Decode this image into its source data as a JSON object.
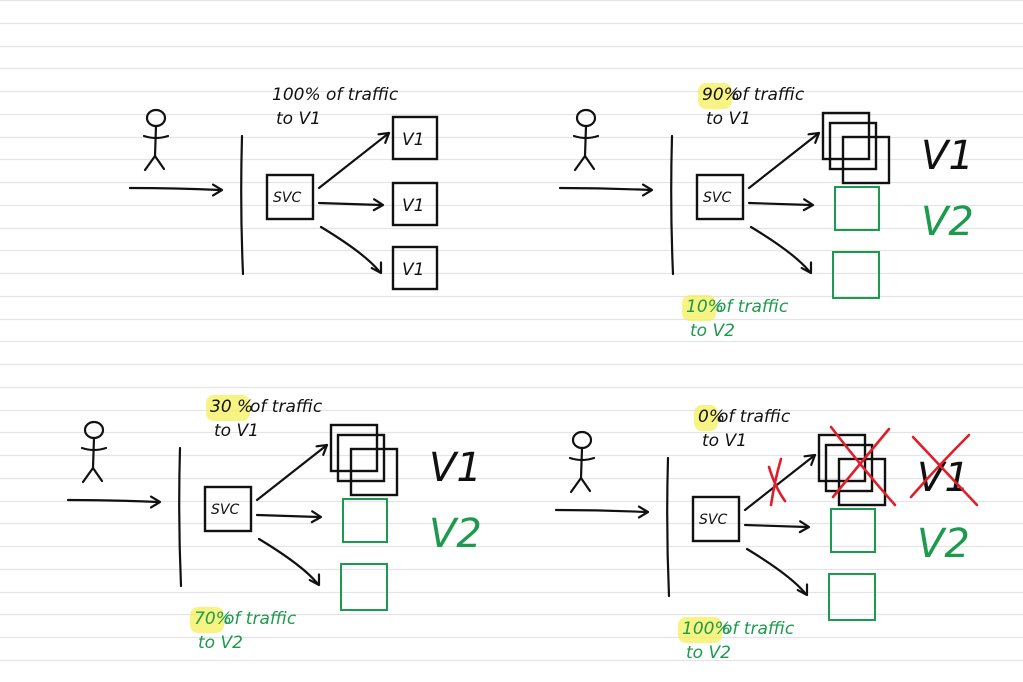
{
  "diagram": {
    "type": "canary-deployment-sketch",
    "colors": {
      "ink": "#111111",
      "v2_green": "#1c9a4d",
      "highlight_yellow": "#f4f05a",
      "strike_red": "#e01e2a",
      "ruled_line": "#e4e4e4",
      "paper": "#ffffff"
    },
    "panels": [
      {
        "id": "stage-1",
        "actor": "user-stick-figure",
        "service_label": "SVC",
        "v1_share_percent": 100,
        "v2_share_percent": 0,
        "top_label": {
          "highlight": "",
          "line1": "100% of traffic",
          "line2": "to V1"
        },
        "bottom_label": null,
        "pods": [
          "V1",
          "V1",
          "V1"
        ],
        "v1_struck": false,
        "side_labels": []
      },
      {
        "id": "stage-2",
        "actor": "user-stick-figure",
        "service_label": "SVC",
        "v1_share_percent": 90,
        "v2_share_percent": 10,
        "top_label": {
          "highlight": "90%",
          "line1": " of traffic",
          "line2": "to V1"
        },
        "bottom_label": {
          "highlight": "10%",
          "line1": " of traffic",
          "line2": "to V2"
        },
        "pods": [
          "V1-stack",
          "V2",
          "V2"
        ],
        "v1_struck": false,
        "side_labels": [
          "V1",
          "V2"
        ]
      },
      {
        "id": "stage-3",
        "actor": "user-stick-figure",
        "service_label": "SVC",
        "v1_share_percent": 30,
        "v2_share_percent": 70,
        "top_label": {
          "highlight": "30 %",
          "line1": " of traffic",
          "line2": "to V1"
        },
        "bottom_label": {
          "highlight": "70%",
          "line1": " of traffic",
          "line2": "to V2"
        },
        "pods": [
          "V1-stack",
          "V2",
          "V2"
        ],
        "v1_struck": false,
        "side_labels": [
          "V1",
          "V2"
        ]
      },
      {
        "id": "stage-4",
        "actor": "user-stick-figure",
        "service_label": "SVC",
        "v1_share_percent": 0,
        "v2_share_percent": 100,
        "top_label": {
          "highlight": "0%",
          "line1": " of traffic",
          "line2": "to V1"
        },
        "bottom_label": {
          "highlight": "100%",
          "line1": " of traffic",
          "line2": "to V2"
        },
        "pods": [
          "V1-stack",
          "V2",
          "V2"
        ],
        "v1_struck": true,
        "side_labels": [
          "V1",
          "V2"
        ]
      }
    ]
  }
}
